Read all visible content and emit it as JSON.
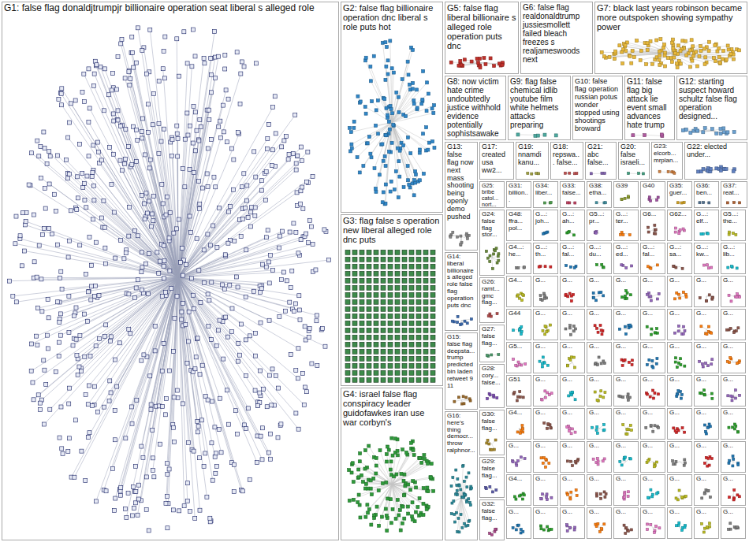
{
  "diagram": {
    "nodes": [
      {
        "text": [
          "G1: false flag donaldjtrumpjr billionaire operation seat liberal s alleged role"
        ]
      },
      {
        "text": [
          "G2: false flag billionaire operation dnc liberal s role puts hot"
        ]
      },
      {
        "text": [
          "G3: flag false s operation new liberal alleged role dnc puts"
        ]
      },
      {
        "text": [
          "G4: israel false flag conspiracy leader guidofawkes iran use war corbyn's"
        ]
      },
      {
        "text": [
          "G5: false flag liberal billionaire s alleged role operation puts dnc"
        ]
      },
      {
        "text": [
          "G6: false flag realdonaldtrump jussiesmollett failed bleach freezes s realjameswoods next"
        ]
      },
      {
        "text": [
          "G7: black last years robinson became more outspoken showing sympathy power"
        ]
      },
      {
        "text": [
          "G8: now victim hate crime undoubtedly justice withhold evidence potentially sophistsawake"
        ]
      },
      {
        "text": [
          "G9: flag false chemical idlib youtube film white helmets attacks preparing"
        ]
      },
      {
        "text": [
          "G10: false flag operation russian potus wonder stopped using shootings broward"
        ]
      },
      {
        "text": [
          "G11: false flag big attack lie event small advances hate trump"
        ]
      },
      {
        "text": [
          "G12: starting suspect howard schultz false flag operation designed..."
        ]
      },
      {
        "text": [
          "G13: false flag now next mass shooting being openly demo pushed"
        ]
      },
      {
        "text": [
          "G17: created usa ww2..."
        ]
      },
      {
        "text": [
          "G19: nnamdi kanu..."
        ]
      },
      {
        "text": [
          "G18: repswa... false..."
        ]
      },
      {
        "text": [
          "G21: abc false..."
        ]
      },
      {
        "text": [
          "G20: false israeli..."
        ]
      },
      {
        "text": [
          "G23: elcorb... mrplan..."
        ]
      },
      {
        "text": [
          "G22: elected under..."
        ]
      },
      {
        "text": [
          "G25: bribe catol... nort..."
        ]
      },
      {
        "text": [
          "G31: billion..."
        ]
      },
      {
        "text": [
          "G34: liber..."
        ]
      },
      {
        "text": [
          "G33: false..."
        ]
      },
      {
        "text": [
          "G38: etha..."
        ]
      },
      {
        "text": [
          "G39"
        ]
      },
      {
        "text": [
          "G40"
        ]
      },
      {
        "text": [
          "G35: guer..."
        ]
      },
      {
        "text": [
          "G36: ben..."
        ]
      },
      {
        "text": [
          "G37: reat..."
        ]
      },
      {
        "text": [
          "G24: false flag stor..."
        ]
      },
      {
        "text": [
          "G14: liberal billionaire s alleged role false flag operation puts dnc"
        ]
      },
      {
        "text": [
          "G26: ramt... gmc flag..."
        ]
      },
      {
        "text": [
          "G27: false flag..."
        ]
      },
      {
        "text": [
          "G15: false flag deepsta... trump predicted bin laden retweet 9 11"
        ]
      },
      {
        "text": [
          "G28: cory... false..."
        ]
      },
      {
        "text": [
          "G16: here's thing democr... throw ralphnor..."
        ]
      },
      {
        "text": [
          "G30: false flag..."
        ]
      },
      {
        "text": [
          "G29: false flag..."
        ]
      },
      {
        "text": [
          "G32: false flag..."
        ]
      },
      {
        "text": [
          "G48: ffra... pol..."
        ]
      },
      {
        "text": [
          "G...: joh..."
        ]
      },
      {
        "text": [
          "G...: ah..."
        ]
      },
      {
        "text": [
          "G5...: pr..."
        ]
      },
      {
        "text": [
          "G...: ter..."
        ]
      },
      {
        "text": [
          "G6..."
        ]
      },
      {
        "text": [
          "G62..."
        ]
      },
      {
        "text": [
          "G...: elf..."
        ]
      },
      {
        "text": [
          "G5...: the..."
        ]
      },
      {
        "text": [
          "G4...: he..."
        ]
      },
      {
        "text": [
          "G...: th..."
        ]
      },
      {
        "text": [
          "G...: fal..."
        ]
      },
      {
        "text": [
          "G...: du..."
        ]
      },
      {
        "text": [
          "G...: ed..."
        ]
      },
      {
        "text": [
          "G...: fal..."
        ]
      },
      {
        "text": [
          "G...: sa..."
        ]
      },
      {
        "text": [
          "G...: kw..."
        ]
      },
      {
        "text": [
          "G...: lib..."
        ]
      },
      {
        "text": [
          "G4..."
        ]
      },
      {
        "text": [
          "G..."
        ]
      },
      {
        "text": [
          "G..."
        ]
      },
      {
        "text": [
          "G..."
        ]
      },
      {
        "text": [
          "G..."
        ]
      },
      {
        "text": [
          "G..."
        ]
      },
      {
        "text": [
          "G..."
        ]
      },
      {
        "text": [
          "G..."
        ]
      },
      {
        "text": [
          "G..."
        ]
      },
      {
        "text": [
          "G44"
        ]
      },
      {
        "text": [
          "G..."
        ]
      },
      {
        "text": [
          "G..."
        ]
      },
      {
        "text": [
          "G..."
        ]
      },
      {
        "text": [
          "G..."
        ]
      },
      {
        "text": [
          "G..."
        ]
      },
      {
        "text": [
          "G..."
        ]
      },
      {
        "text": [
          "G..."
        ]
      },
      {
        "text": [
          "G..."
        ]
      },
      {
        "text": [
          "G5..."
        ]
      },
      {
        "text": [
          "G..."
        ]
      },
      {
        "text": [
          "G..."
        ]
      },
      {
        "text": [
          "G..."
        ]
      },
      {
        "text": [
          "G..."
        ]
      },
      {
        "text": [
          "G..."
        ]
      },
      {
        "text": [
          "G..."
        ]
      },
      {
        "text": [
          "G..."
        ]
      },
      {
        "text": [
          "G..."
        ]
      },
      {
        "text": [
          "G51"
        ]
      },
      {
        "text": [
          "G..."
        ]
      },
      {
        "text": [
          "G..."
        ]
      },
      {
        "text": [
          "G..."
        ]
      },
      {
        "text": [
          "G..."
        ]
      },
      {
        "text": [
          "G..."
        ]
      },
      {
        "text": [
          "G..."
        ]
      },
      {
        "text": [
          "G..."
        ]
      },
      {
        "text": [
          "G..."
        ]
      },
      {
        "text": [
          "G4..."
        ]
      },
      {
        "text": [
          "G..."
        ]
      },
      {
        "text": [
          "G..."
        ]
      },
      {
        "text": [
          "G..."
        ]
      },
      {
        "text": [
          "G..."
        ]
      },
      {
        "text": [
          "G..."
        ]
      },
      {
        "text": [
          "G..."
        ]
      },
      {
        "text": [
          "G..."
        ]
      },
      {
        "text": [
          "G..."
        ]
      },
      {
        "text": [
          "G..."
        ]
      },
      {
        "text": [
          "G..."
        ]
      },
      {
        "text": [
          "G..."
        ]
      },
      {
        "text": [
          "G..."
        ]
      },
      {
        "text": [
          "G..."
        ]
      },
      {
        "text": [
          "G..."
        ]
      },
      {
        "text": [
          "G..."
        ]
      },
      {
        "text": [
          "G..."
        ]
      },
      {
        "text": [
          "G..."
        ]
      },
      {
        "text": [
          "G4..."
        ]
      },
      {
        "text": [
          "G..."
        ]
      },
      {
        "text": [
          "G..."
        ]
      },
      {
        "text": [
          "G..."
        ]
      },
      {
        "text": [
          "G..."
        ]
      },
      {
        "text": [
          "G..."
        ]
      },
      {
        "text": [
          "G..."
        ]
      },
      {
        "text": [
          "G..."
        ]
      },
      {
        "text": [
          "G..."
        ]
      },
      {
        "text": [
          "G..."
        ]
      },
      {
        "text": [
          "G..."
        ]
      },
      {
        "text": [
          "G..."
        ]
      },
      {
        "text": [
          "G..."
        ]
      },
      {
        "text": [
          "G..."
        ]
      },
      {
        "text": [
          "G..."
        ]
      },
      {
        "text": [
          "G..."
        ]
      },
      {
        "text": [
          "G..."
        ]
      },
      {
        "text": [
          "G..."
        ]
      }
    ]
  }
}
